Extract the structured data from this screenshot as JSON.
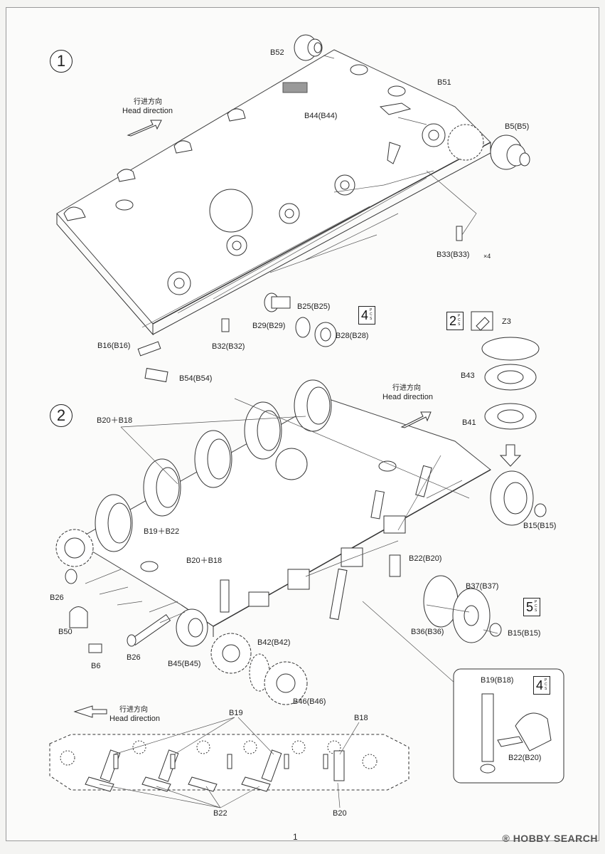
{
  "page_number": "1",
  "watermark": "HOBBY SEARCH",
  "watermark_mark": "®",
  "steps": [
    {
      "number": "1"
    },
    {
      "number": "2"
    }
  ],
  "head_direction": {
    "zh": "行进方向",
    "en": "Head direction"
  },
  "qty_suffix": "P C S",
  "quantities": {
    "q4a": "4",
    "q2": "2",
    "q5": "5",
    "q4b": "4"
  },
  "step1_labels": {
    "b52": "B52",
    "b51": "B51",
    "b44": "B44(B44)",
    "b5": "B5(B5)",
    "b33": "B33(B33)",
    "x4": "×4",
    "b25": "B25(B25)",
    "b29": "B29(B29)",
    "b28": "B28(B28)",
    "b16": "B16(B16)",
    "b32": "B32(B32)",
    "b54": "B54(B54)"
  },
  "step2_labels": {
    "z3": "Z3",
    "b43": "B43",
    "b41": "B41",
    "b20b18a": "B20＋B18",
    "b19b22": "B19＋B22",
    "b20b18b": "B20＋B18",
    "b15a": "B15(B15)",
    "b22": "B22(B20)",
    "b37": "B37(B37)",
    "b36": "B36(B36)",
    "b15b": "B15(B15)",
    "b26a": "B26",
    "b50": "B50",
    "b6": "B6",
    "b26b": "B26",
    "b45": "B45(B45)",
    "b42": "B42(B42)",
    "b46": "B46(B46)"
  },
  "detail_labels": {
    "b19b18": "B19(B18)",
    "b22b20": "B22(B20)"
  },
  "side_view_labels": {
    "b19": "B19",
    "b18": "B18",
    "b22": "B22",
    "b20": "B20"
  }
}
